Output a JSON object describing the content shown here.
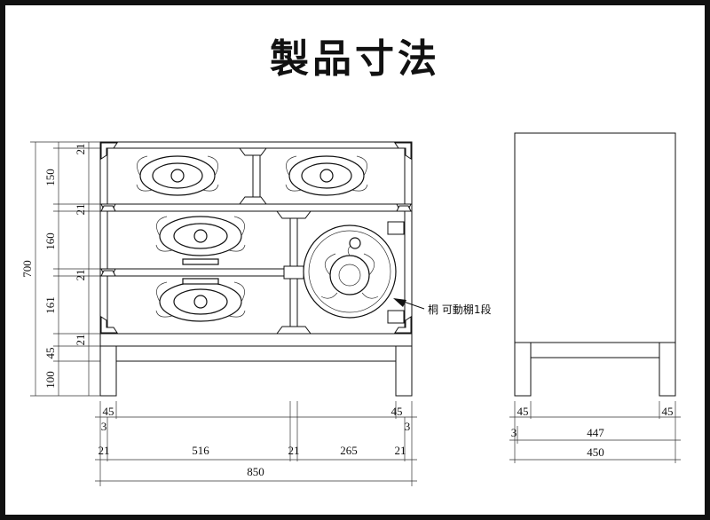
{
  "title": "製品寸法",
  "note": "桐 可動棚1段",
  "front": {
    "left_dims": {
      "top_rail": "21",
      "drawer1": "150",
      "mid_rail1": "21",
      "drawer2": "160",
      "mid_rail2": "21",
      "drawer3": "161",
      "bottom_rail": "21",
      "apron": "45",
      "legs": "100",
      "total": "700"
    },
    "bottom_dims": {
      "leg_left": "45",
      "leg_right": "45",
      "offset_left": "3",
      "offset_right": "3",
      "side_left": "21",
      "drawer_width": "516",
      "divider": "21",
      "door_width": "265",
      "side_right": "21",
      "total": "850"
    }
  },
  "side": {
    "bottom_dims": {
      "leg_left": "45",
      "leg_right": "45",
      "offset": "3",
      "inner": "447",
      "total": "450"
    }
  }
}
